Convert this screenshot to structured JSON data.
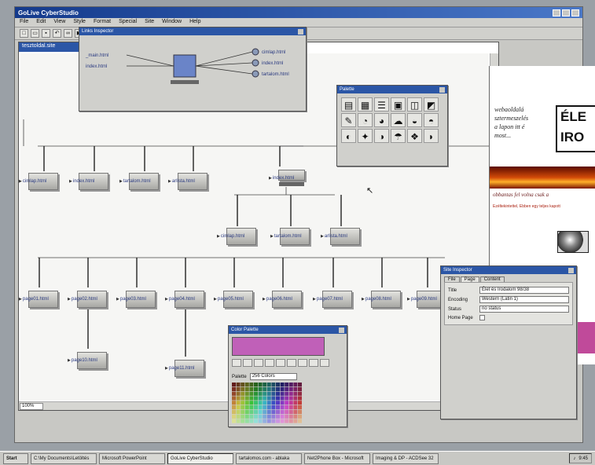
{
  "app": {
    "title": "GoLive CyberStudio",
    "menu": [
      "File",
      "Edit",
      "View",
      "Style",
      "Format",
      "Special",
      "Site",
      "Window",
      "Help"
    ]
  },
  "site_window": {
    "title": "tesztoldal.site",
    "zoom": "100%"
  },
  "links_inspector": {
    "title": "Links Inspector",
    "incoming": [
      "_main.html",
      "index.html"
    ],
    "outgoing": [
      "cimlap.html",
      "index.html",
      "tartalom.html"
    ]
  },
  "sitemap": {
    "home_label": "index.html",
    "level1": [
      "cimlap.html",
      "tartalom.html",
      "arlista.html"
    ],
    "level2": [
      "page01.html",
      "page02.html",
      "page03.html",
      "page04.html",
      "page05.html",
      "page06.html",
      "page07.html",
      "page08.html",
      "page09.html"
    ],
    "level3": [
      "page10.html",
      "page11.html"
    ],
    "left_labels": [
      "cimlap.html",
      "index.html",
      "tartalom.html",
      "arlista.html"
    ]
  },
  "palette": {
    "title": "Palette"
  },
  "color_palette": {
    "title": "Color Palette",
    "palette_label": "Palette",
    "palette_value": "256 Colors"
  },
  "inspector": {
    "title": "Site Inspector",
    "tabs": [
      "File",
      "Page",
      "Content"
    ],
    "fields": [
      {
        "label": "Title",
        "value": "Élet és Irodalom 98/38"
      },
      {
        "label": "Encoding",
        "value": "Western (Latin 1)"
      },
      {
        "label": "Status",
        "value": "no status"
      },
      {
        "label": "Home Page",
        "value": ""
      }
    ]
  },
  "background_site": {
    "text1": [
      "webaoldalá",
      "sztermeszelés",
      "a lapon itt é",
      "most..."
    ],
    "big": [
      "ÉLE",
      "IRO"
    ],
    "text2": "obbantas fel volna csak a",
    "text3": "Ezéltekintettel, Ebben egy teljes kapott"
  },
  "taskbar": {
    "start": "Start",
    "items": [
      "C:\\My Documents\\Letöltés",
      "Microsoft PowerPoint",
      "GoLive CyberStudio",
      "tartalomos.com - ablaka",
      "Net2Phone Box - Microsoft",
      "Imaging & DP - ACDSee 32"
    ],
    "clock": "9:45"
  },
  "colors": {
    "titlebar": "#143a8c",
    "link_label": "#2a3a80",
    "selected_swatch": "#c060b8"
  },
  "icons": [
    "minimize-icon",
    "maximize-icon",
    "close-icon",
    "cursor-arrow-icon",
    "globe-icon"
  ]
}
